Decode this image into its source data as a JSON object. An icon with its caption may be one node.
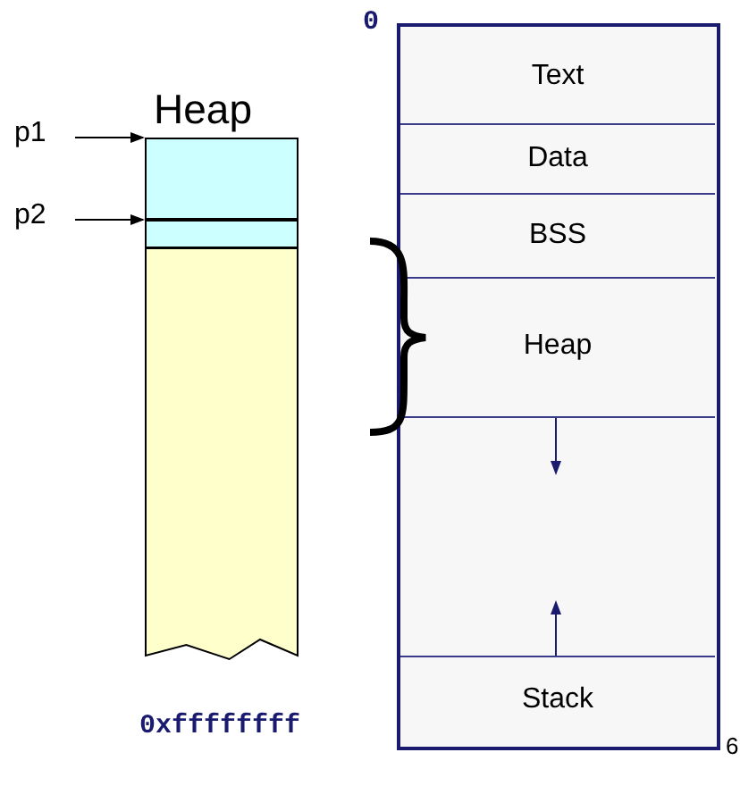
{
  "diagram": {
    "nodes": [
      {
        "text": [
          "Heap"
        ]
      },
      {
        "text": [],
        "shape": "box",
        "in": 0
      },
      {
        "text": [],
        "shape": "box",
        "in": 0
      },
      {
        "text": [],
        "shape": "box",
        "in": 0
      },
      {
        "text": [
          "p1"
        ]
      },
      {
        "text": [
          "p2"
        ]
      },
      {
        "text": [],
        "shape": "box"
      },
      {
        "text": [
          "Text"
        ],
        "in": 6
      },
      {
        "text": [
          "Data"
        ],
        "in": 6
      },
      {
        "text": [
          "BSS"
        ],
        "in": 6
      },
      {
        "text": [
          "Heap"
        ],
        "in": 6
      },
      {
        "text": [],
        "shape": "box",
        "in": 6
      },
      {
        "text": [
          "Stack"
        ],
        "in": 6
      }
    ],
    "edges": [
      {
        "from": 4,
        "to": 1,
        "arrow": "to"
      },
      {
        "from": 5,
        "to": 2,
        "arrow": "to"
      }
    ],
    "labels": [
      "0",
      "0xffffffff",
      "6"
    ]
  }
}
